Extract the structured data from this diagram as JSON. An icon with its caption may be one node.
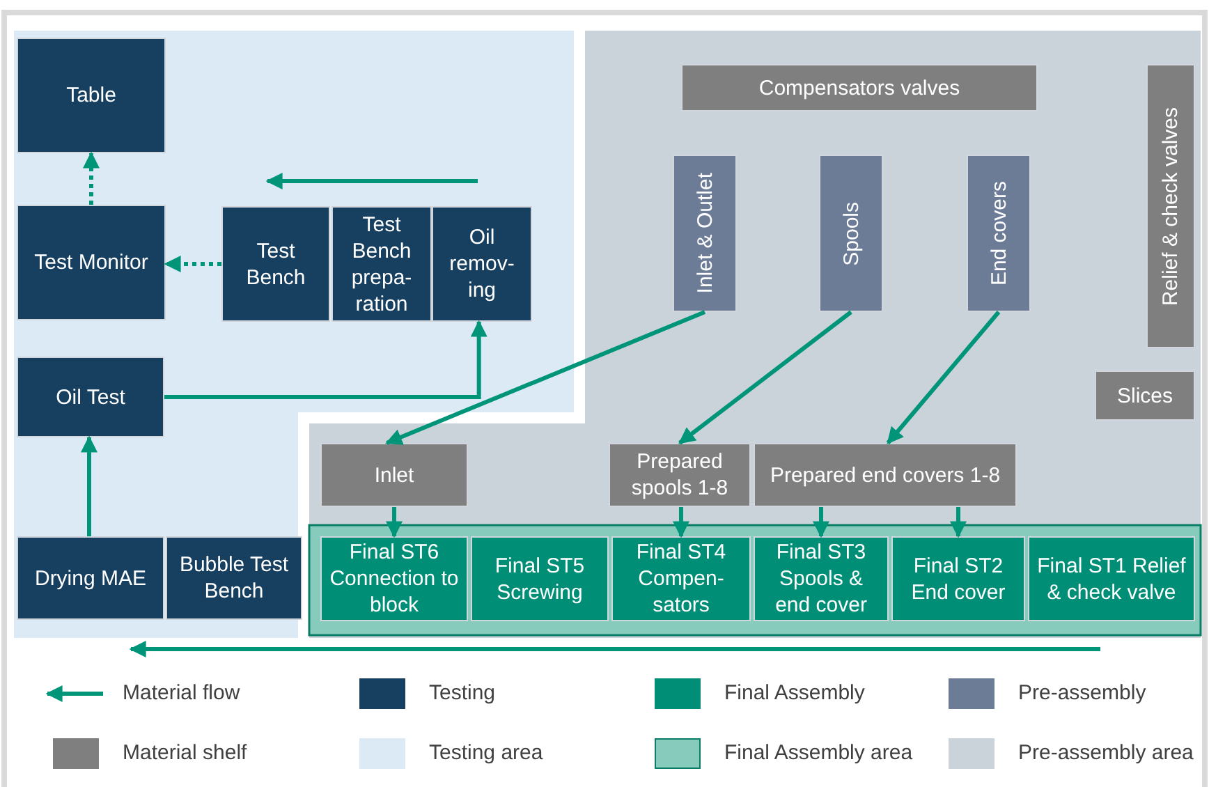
{
  "diagram": {
    "nodes": [
      {
        "text": [
          "Table"
        ]
      },
      {
        "text": [
          "Test Monitor"
        ]
      },
      {
        "text": [
          "Test Bench"
        ]
      },
      {
        "text": [
          "Test Bench prepa- ration"
        ]
      },
      {
        "text": [
          "Oil remov- ing"
        ]
      },
      {
        "text": [
          "Oil Test"
        ]
      },
      {
        "text": [
          "Drying MAE"
        ]
      },
      {
        "text": [
          "Bubble Test Bench"
        ]
      },
      {
        "text": [
          "Compensators valves"
        ]
      },
      {
        "text": [
          "Inlet & Outlet"
        ]
      },
      {
        "text": [
          "Spools"
        ]
      },
      {
        "text": [
          "End covers"
        ]
      },
      {
        "text": [
          "Relief & check valves"
        ]
      },
      {
        "text": [
          "Slices"
        ]
      },
      {
        "text": [
          "Inlet"
        ]
      },
      {
        "text": [
          "Prepared spools 1-8"
        ]
      },
      {
        "text": [
          "Prepared end covers 1-8"
        ]
      },
      {
        "text": [
          "Final ST6 Connection to block"
        ]
      },
      {
        "text": [
          "Final ST5 Screwing"
        ]
      },
      {
        "text": [
          "Final ST4 Compen- sators"
        ]
      },
      {
        "text": [
          "Final ST3 Spools & end cover"
        ]
      },
      {
        "text": [
          "Final ST2 End cover"
        ]
      },
      {
        "text": [
          "Final ST1 Relief & check valve"
        ]
      }
    ],
    "edges": [
      {
        "from": 1,
        "to": 0,
        "arrow": "to",
        "style": "dashed"
      },
      {
        "from": 2,
        "to": 1,
        "arrow": "to",
        "style": "dashed"
      },
      {
        "from": 5,
        "to": 4,
        "arrow": "to"
      },
      {
        "from": 6,
        "to": 5,
        "arrow": "to"
      },
      {
        "from": 9,
        "to": 14,
        "arrow": "to"
      },
      {
        "from": 10,
        "to": 15,
        "arrow": "to"
      },
      {
        "from": 11,
        "to": 16,
        "arrow": "to"
      },
      {
        "from": 14,
        "to": 17,
        "arrow": "to"
      },
      {
        "from": 15,
        "to": 19,
        "arrow": "to"
      },
      {
        "from": 16,
        "to": 20,
        "arrow": "to"
      },
      {
        "from": 16,
        "to": 21,
        "arrow": "to"
      }
    ],
    "legend": [
      {
        "text": "Material flow"
      },
      {
        "text": "Testing",
        "color": "#173f5f"
      },
      {
        "text": "Final Assembly",
        "color": "#008e76"
      },
      {
        "text": "Pre-assembly",
        "color": "#6d7c96"
      },
      {
        "text": "Material shelf",
        "color": "#7f7f7f"
      },
      {
        "text": "Testing area",
        "color": "#dceaf5"
      },
      {
        "text": "Final Assembly area",
        "color": "#86cbbb"
      },
      {
        "text": "Pre-assembly area",
        "color": "#c9d3d9"
      }
    ]
  }
}
